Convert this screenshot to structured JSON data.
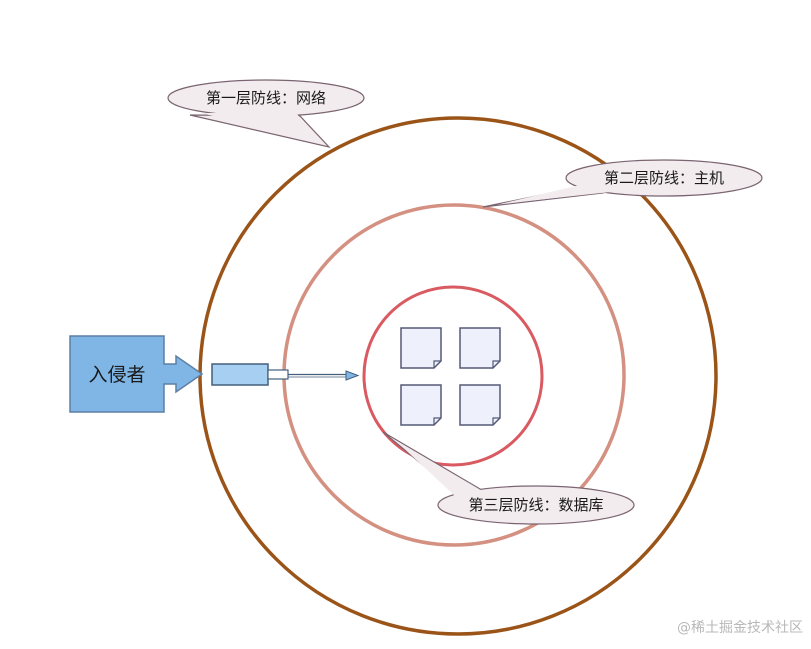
{
  "diagram": {
    "layers": [
      {
        "label": "第一层防线：网络",
        "ring_color": "#9b5418"
      },
      {
        "label": "第二层防线：主机",
        "ring_color": "#d49080"
      },
      {
        "label": "第三层防线：数据库",
        "ring_color": "#d95a60"
      }
    ],
    "intruder": {
      "label": "入侵者",
      "box_color": "#7fb6e6",
      "border_color": "#5d7fa4"
    },
    "callout_fill": "#f3ecef",
    "callout_stroke": "#7a6470",
    "data_block_fill": "#eef0fb",
    "data_block_count": 4
  },
  "watermark": "@稀土掘金技术社区"
}
